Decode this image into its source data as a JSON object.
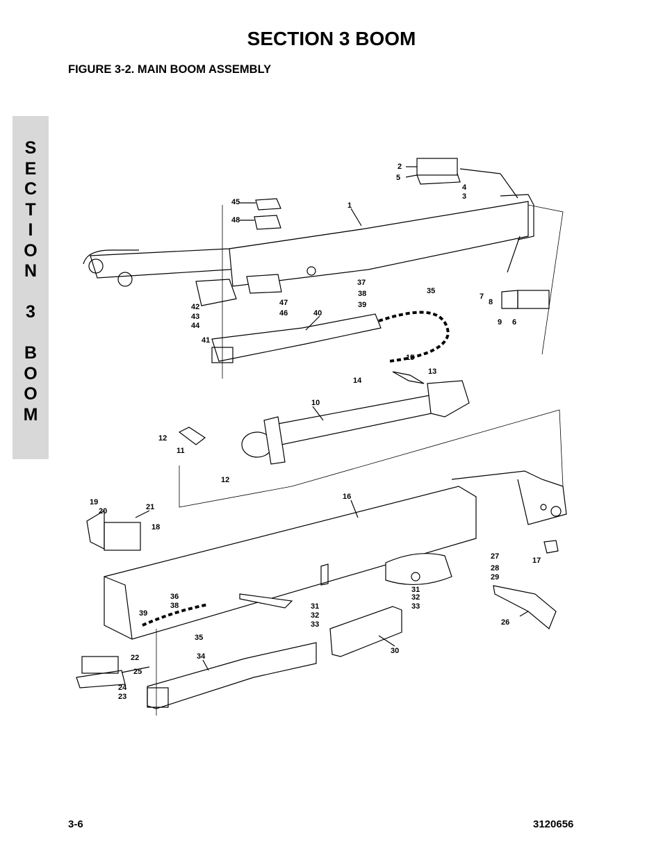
{
  "header": {
    "title": "SECTION 3   BOOM"
  },
  "figure": {
    "caption": "FIGURE 3-2.    MAIN BOOM ASSEMBLY"
  },
  "side_tab": {
    "letters": [
      "S",
      "E",
      "C",
      "T",
      "I",
      "O",
      "N",
      "",
      "3",
      "",
      "B",
      "O",
      "O",
      "M"
    ]
  },
  "footer": {
    "page": "3-6",
    "doc_number": "3120656"
  },
  "callouts": [
    "1",
    "2",
    "3",
    "4",
    "5",
    "6",
    "7",
    "8",
    "9",
    "10",
    "11",
    "12",
    "12",
    "13",
    "14",
    "15",
    "16",
    "17",
    "18",
    "19",
    "20",
    "21",
    "22",
    "23",
    "24",
    "25",
    "26",
    "27",
    "28",
    "29",
    "30",
    "31",
    "32",
    "33",
    "31",
    "32",
    "33",
    "34",
    "35",
    "35",
    "36",
    "37",
    "38",
    "38",
    "39",
    "39",
    "40",
    "41",
    "42",
    "43",
    "44",
    "45",
    "46",
    "47",
    "48"
  ]
}
